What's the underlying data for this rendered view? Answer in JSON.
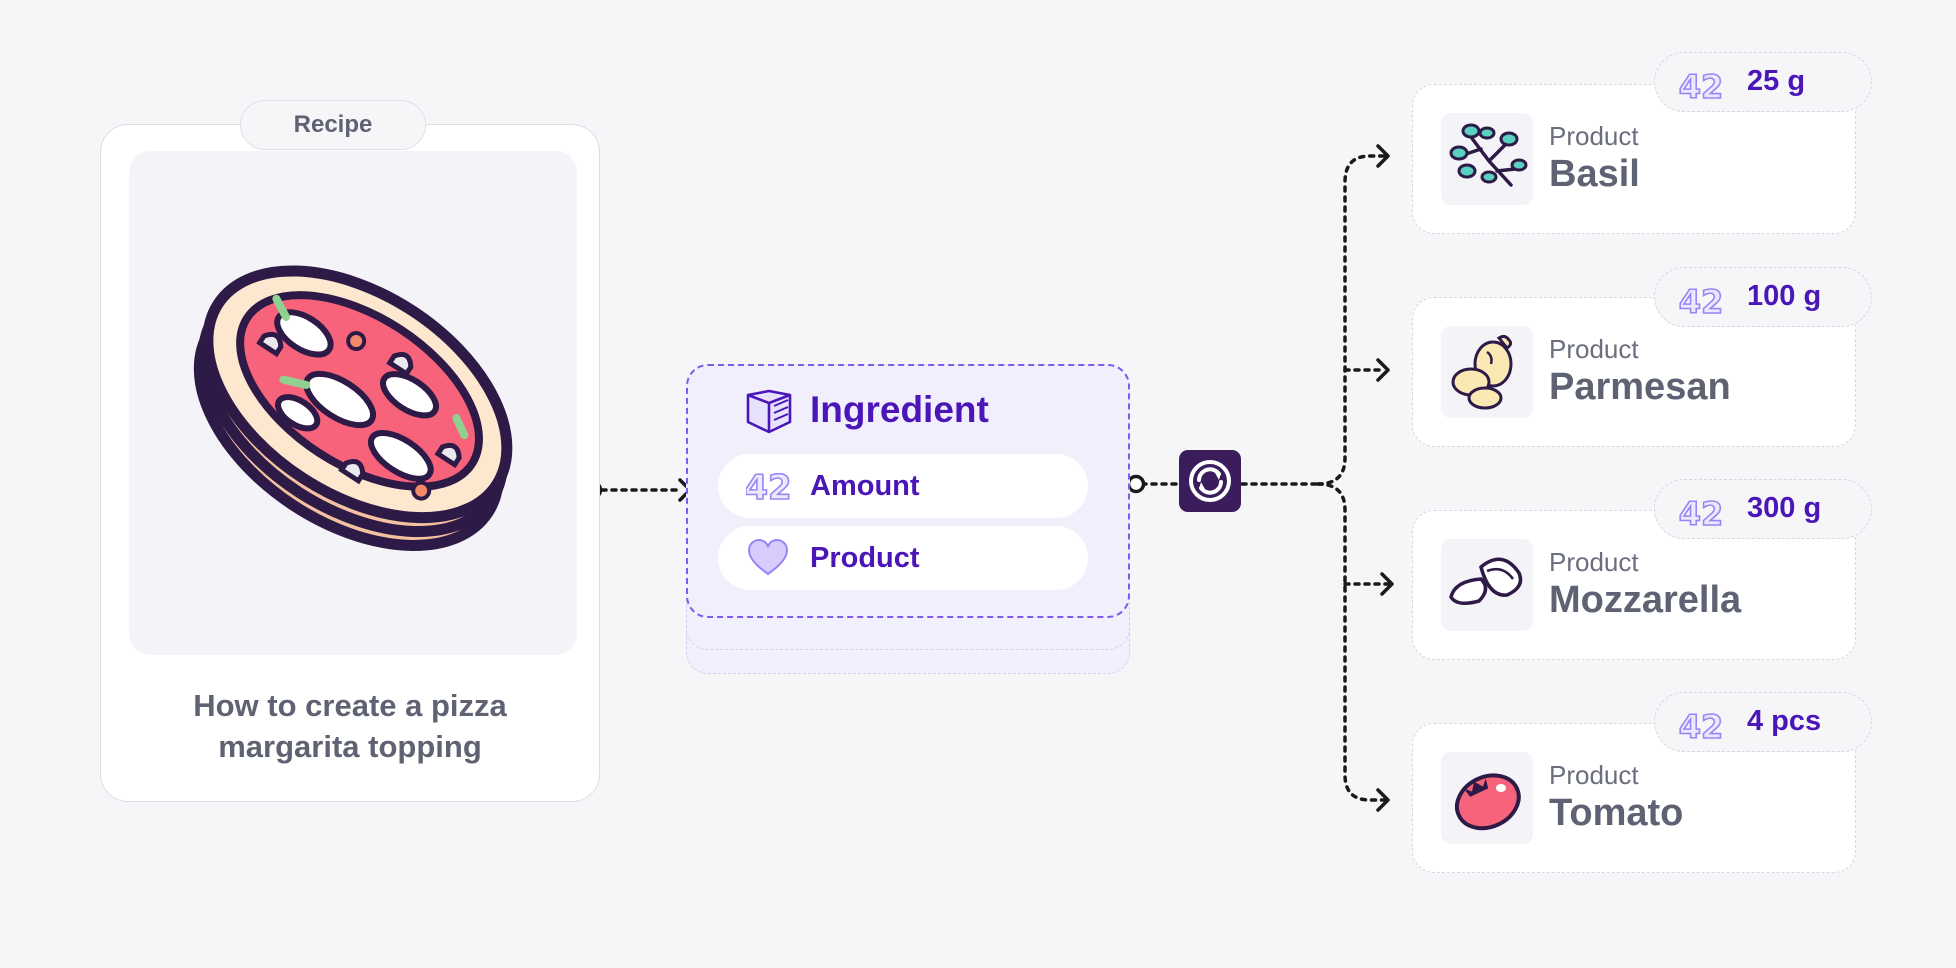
{
  "recipe": {
    "tag": "Recipe",
    "caption_line1": "How to create a pizza",
    "caption_line2": "margarita topping",
    "image_icon": "pizza-illustration"
  },
  "ingredient": {
    "title": "Ingredient",
    "title_icon": "box-icon",
    "fields": [
      {
        "label": "Amount",
        "icon": "number-42-icon"
      },
      {
        "label": "Product",
        "icon": "heart-icon"
      }
    ]
  },
  "sync": {
    "icon": "sync-icon"
  },
  "products": [
    {
      "kind": "Product",
      "name": "Basil",
      "quantity": "25 g",
      "icon": "basil-icon"
    },
    {
      "kind": "Product",
      "name": "Parmesan",
      "quantity": "100 g",
      "icon": "parmesan-icon"
    },
    {
      "kind": "Product",
      "name": "Mozzarella",
      "quantity": "300 g",
      "icon": "mozzarella-icon"
    },
    {
      "kind": "Product",
      "name": "Tomato",
      "quantity": "4 pcs",
      "icon": "tomato-icon"
    }
  ],
  "colors": {
    "accent": "#4b16b8",
    "accent_light": "#9a84f5",
    "sync_bg": "#3a1d5a",
    "text_gray": "#5f6272",
    "background": "#f6f6f9"
  }
}
